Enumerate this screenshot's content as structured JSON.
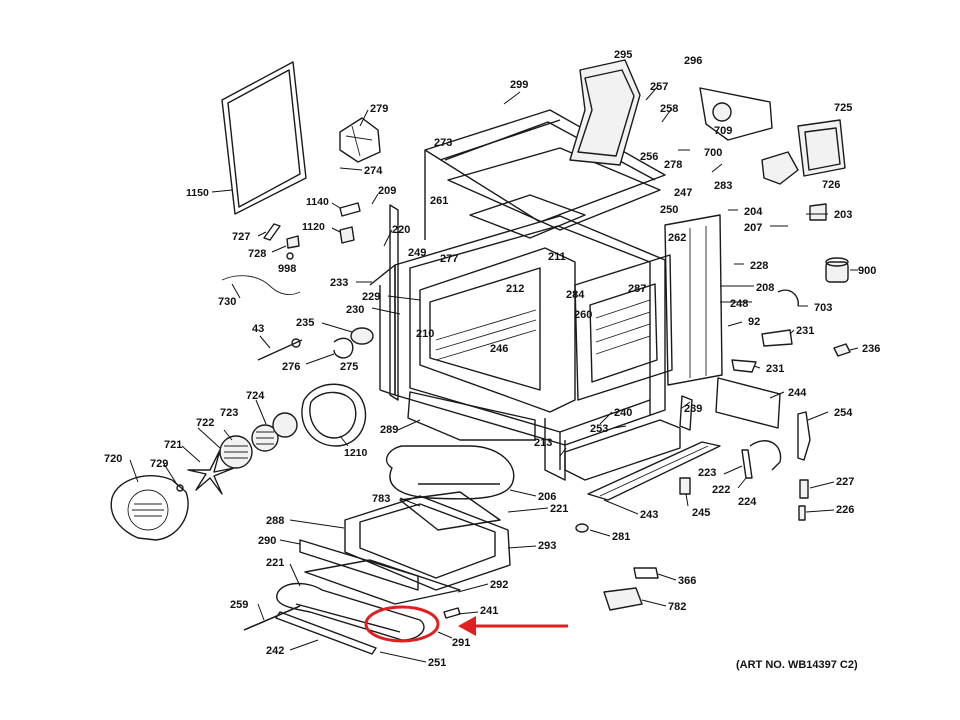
{
  "labels": [
    {
      "id": "1150",
      "text": "1150"
    },
    {
      "id": "279",
      "text": "279"
    },
    {
      "id": "274",
      "text": "274"
    },
    {
      "id": "209",
      "text": "209"
    },
    {
      "id": "1140",
      "text": "1140"
    },
    {
      "id": "1120",
      "text": "1120"
    },
    {
      "id": "727",
      "text": "727"
    },
    {
      "id": "728",
      "text": "728"
    },
    {
      "id": "998",
      "text": "998"
    },
    {
      "id": "730",
      "text": "730"
    },
    {
      "id": "43",
      "text": "43"
    },
    {
      "id": "276",
      "text": "276"
    },
    {
      "id": "275",
      "text": "275"
    },
    {
      "id": "235",
      "text": "235"
    },
    {
      "id": "230",
      "text": "230"
    },
    {
      "id": "229",
      "text": "229"
    },
    {
      "id": "233",
      "text": "233"
    },
    {
      "id": "220",
      "text": "220"
    },
    {
      "id": "249",
      "text": "249"
    },
    {
      "id": "261",
      "text": "261"
    },
    {
      "id": "277",
      "text": "277"
    },
    {
      "id": "273",
      "text": "273"
    },
    {
      "id": "299",
      "text": "299"
    },
    {
      "id": "295",
      "text": "295"
    },
    {
      "id": "257",
      "text": "257"
    },
    {
      "id": "258",
      "text": "258"
    },
    {
      "id": "256",
      "text": "256"
    },
    {
      "id": "278",
      "text": "278"
    },
    {
      "id": "247",
      "text": "247"
    },
    {
      "id": "250",
      "text": "250"
    },
    {
      "id": "262",
      "text": "262"
    },
    {
      "id": "211",
      "text": "211"
    },
    {
      "id": "212",
      "text": "212"
    },
    {
      "id": "284",
      "text": "284"
    },
    {
      "id": "260",
      "text": "260"
    },
    {
      "id": "287",
      "text": "287"
    },
    {
      "id": "210",
      "text": "210"
    },
    {
      "id": "246",
      "text": "246"
    },
    {
      "id": "296",
      "text": "296"
    },
    {
      "id": "709",
      "text": "709"
    },
    {
      "id": "700",
      "text": "700"
    },
    {
      "id": "725",
      "text": "725"
    },
    {
      "id": "726",
      "text": "726"
    },
    {
      "id": "283",
      "text": "283"
    },
    {
      "id": "204",
      "text": "204"
    },
    {
      "id": "203",
      "text": "203"
    },
    {
      "id": "207",
      "text": "207"
    },
    {
      "id": "228",
      "text": "228"
    },
    {
      "id": "900",
      "text": "900"
    },
    {
      "id": "208",
      "text": "208"
    },
    {
      "id": "248",
      "text": "248"
    },
    {
      "id": "703",
      "text": "703"
    },
    {
      "id": "92",
      "text": "92"
    },
    {
      "id": "231a",
      "text": "231"
    },
    {
      "id": "236",
      "text": "236"
    },
    {
      "id": "231b",
      "text": "231"
    },
    {
      "id": "244",
      "text": "244"
    },
    {
      "id": "239",
      "text": "239"
    },
    {
      "id": "254",
      "text": "254"
    },
    {
      "id": "724",
      "text": "724"
    },
    {
      "id": "723",
      "text": "723"
    },
    {
      "id": "722",
      "text": "722"
    },
    {
      "id": "721",
      "text": "721"
    },
    {
      "id": "720",
      "text": "720"
    },
    {
      "id": "729",
      "text": "729"
    },
    {
      "id": "1210",
      "text": "1210"
    },
    {
      "id": "289",
      "text": "289"
    },
    {
      "id": "213",
      "text": "213"
    },
    {
      "id": "253",
      "text": "253"
    },
    {
      "id": "240",
      "text": "240"
    },
    {
      "id": "223",
      "text": "223"
    },
    {
      "id": "222",
      "text": "222"
    },
    {
      "id": "224",
      "text": "224"
    },
    {
      "id": "227",
      "text": "227"
    },
    {
      "id": "226",
      "text": "226"
    },
    {
      "id": "245",
      "text": "245"
    },
    {
      "id": "243",
      "text": "243"
    },
    {
      "id": "206",
      "text": "206"
    },
    {
      "id": "783",
      "text": "783"
    },
    {
      "id": "221a",
      "text": "221"
    },
    {
      "id": "288",
      "text": "288"
    },
    {
      "id": "290",
      "text": "290"
    },
    {
      "id": "293",
      "text": "293"
    },
    {
      "id": "281",
      "text": "281"
    },
    {
      "id": "221b",
      "text": "221"
    },
    {
      "id": "292",
      "text": "292"
    },
    {
      "id": "259",
      "text": "259"
    },
    {
      "id": "241",
      "text": "241"
    },
    {
      "id": "291",
      "text": "291"
    },
    {
      "id": "242",
      "text": "242"
    },
    {
      "id": "251",
      "text": "251"
    },
    {
      "id": "366",
      "text": "366"
    },
    {
      "id": "782",
      "text": "782"
    }
  ],
  "art_number": "(ART NO. WB14397 C2)",
  "colors": {
    "highlight": "#e02020",
    "ink": "#1a1a1a",
    "background": "#ffffff"
  }
}
